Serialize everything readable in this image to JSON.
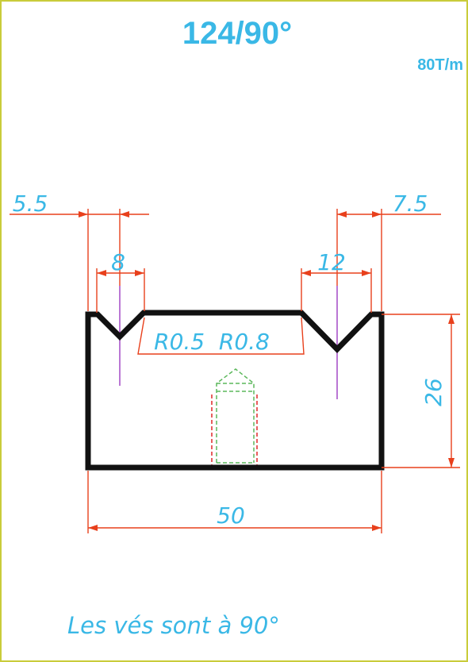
{
  "title": "124/90°",
  "capacity": "80T/m",
  "dimensions": {
    "left_offset": "5.5",
    "right_offset": "7.5",
    "left_vee_width": "8",
    "right_vee_width": "12",
    "radii": "R0.5  R0.8",
    "height": "26",
    "width": "50"
  },
  "note": "Les vés sont à 90°",
  "colors": {
    "text": "#3ab8e6",
    "dimension_lines": "#e8401c",
    "profile": "#111111",
    "border": "#c9cc3a",
    "centerline": "#a855c9",
    "hidden_green": "#5cb85c",
    "hidden_red": "#e02828"
  }
}
